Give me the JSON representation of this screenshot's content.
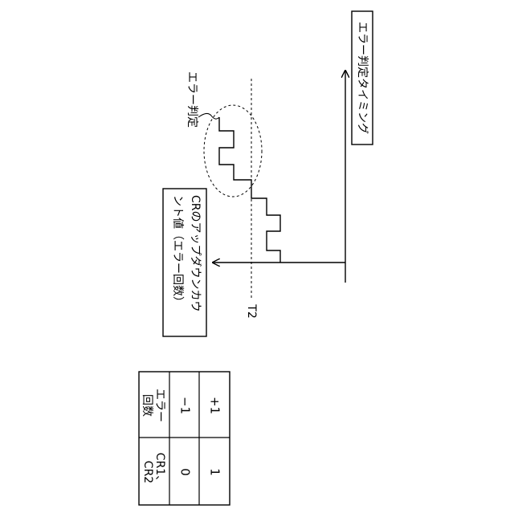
{
  "timing_label": "エラー判定タイミング",
  "error_judge_label": "エラー判定",
  "counter_label_line1": "CRのアップダウンカウ",
  "counter_label_line2": "ント値（エラー回数）",
  "t2_label": "T2",
  "table": {
    "header_cr_line1": "CR1、",
    "header_cr_line2": "CR2",
    "header_err_line1": "エラー",
    "header_err_line2": "回数",
    "rows": [
      {
        "cr": "0",
        "err": "−1"
      },
      {
        "cr": "1",
        "err": "+1"
      }
    ]
  }
}
